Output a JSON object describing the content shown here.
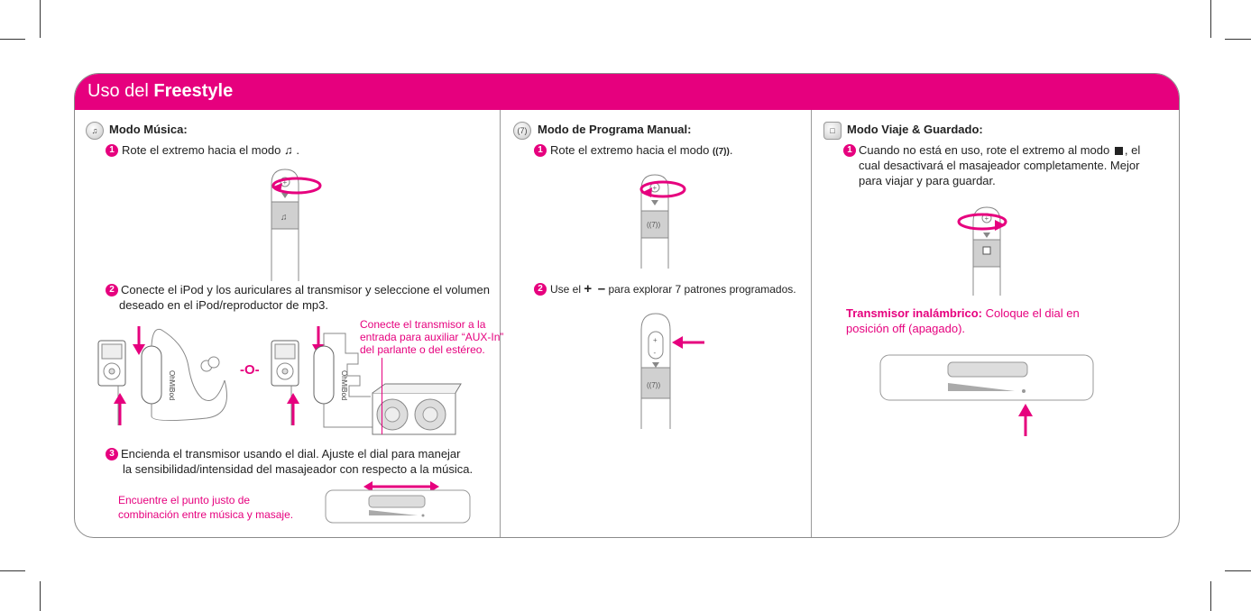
{
  "banner": {
    "title_prefix": "Uso del ",
    "title_bold": "Freestyle"
  },
  "music": {
    "heading": "Modo Música:",
    "step1": "Rote el extremo hacia el modo",
    "step1_end": ".",
    "step2_line1": "Conecte el iPod y los auriculares al transmisor y seleccione el volumen",
    "step2_line2": "deseado en el iPod/reproductor de mp3.",
    "callout_line1": "Conecte el transmisor a la",
    "callout_line2": "entrada para auxiliar “AUX-In”",
    "callout_line3": "del parlante o del estéreo.",
    "or_label": "-O-",
    "brand": "OhMiBod",
    "step3_line1": "Encienda el transmisor usando el dial. Ajuste el dial para manejar",
    "step3_line2": "la sensibilidad/intensidad del masajeador con respecto a la música.",
    "tip_line1": "Encuentre el punto justo de",
    "tip_line2": "combinación entre música y masaje."
  },
  "manual": {
    "heading": "Modo de Programa Manual:",
    "step1": "Rote el extremo hacia el modo",
    "step1_end": ".",
    "step2_prefix": "Use el",
    "step2_plus": "+",
    "step2_minus": "–",
    "step2_suffix": "para explorar 7 patrones programados."
  },
  "travel": {
    "heading": "Modo Viaje & Guardado:",
    "step1_line1a": "Cuando no está en uso, rote el extremo al modo",
    "step1_line1b": ", el",
    "step1_line2": "cual desactivará el masajeador completamente. Mejor",
    "step1_line3": "para viajar y para guardar.",
    "note_bold": "Transmisor inalámbrico:",
    "note_line1": " Coloque el dial en",
    "note_line2": "posición off (apagado)."
  },
  "numbers": [
    "1",
    "2",
    "3"
  ],
  "icons": {
    "music": "music-note-icon",
    "manual": "wave-7-icon",
    "travel": "square-icon"
  },
  "colors": {
    "accent": "#e6007e"
  }
}
